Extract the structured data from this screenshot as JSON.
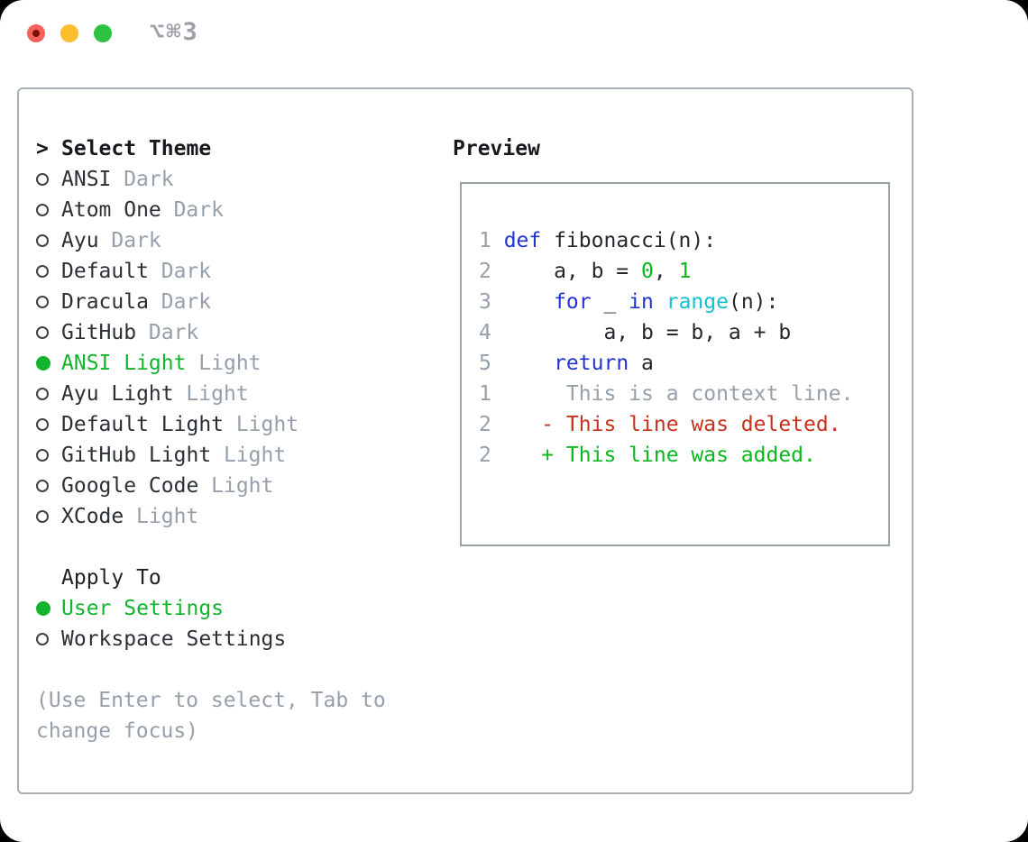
{
  "window": {
    "shortcut": "⌥⌘3",
    "traffic_lights": [
      "close",
      "minimize",
      "zoom"
    ]
  },
  "colors": {
    "background": "#ffffff",
    "panel_border": "#a7afba",
    "text": "#2b2f36",
    "muted": "#96a0ab",
    "accent_green": "#12b42e",
    "keyword_blue": "#2134d0",
    "function_cyan": "#13c1cf",
    "number_green": "#09b718",
    "deleted_red": "#c6321c",
    "added_green": "#0ab81e",
    "light_red": "#f4605a",
    "light_yellow": "#fcbd2f",
    "light_green": "#2dc241"
  },
  "theme_panel": {
    "title_prefix": ">",
    "title": "Select Theme",
    "themes": [
      {
        "name": "ANSI",
        "variant": "Dark",
        "selected": false
      },
      {
        "name": "Atom One",
        "variant": "Dark",
        "selected": false
      },
      {
        "name": "Ayu",
        "variant": "Dark",
        "selected": false
      },
      {
        "name": "Default",
        "variant": "Dark",
        "selected": false
      },
      {
        "name": "Dracula",
        "variant": "Dark",
        "selected": false
      },
      {
        "name": "GitHub",
        "variant": "Dark",
        "selected": false
      },
      {
        "name": "ANSI Light",
        "variant": "Light",
        "selected": true
      },
      {
        "name": "Ayu Light",
        "variant": "Light",
        "selected": false
      },
      {
        "name": "Default Light",
        "variant": "Light",
        "selected": false
      },
      {
        "name": "GitHub Light",
        "variant": "Light",
        "selected": false
      },
      {
        "name": "Google Code",
        "variant": "Light",
        "selected": false
      },
      {
        "name": "XCode",
        "variant": "Light",
        "selected": false
      }
    ],
    "apply_to": {
      "title": "Apply To",
      "options": [
        {
          "label": "User Settings",
          "selected": true
        },
        {
          "label": "Workspace Settings",
          "selected": false
        }
      ]
    },
    "hint": "(Use Enter to select, Tab to change focus)"
  },
  "preview": {
    "title": "Preview",
    "lines": [
      {
        "n": "1",
        "tokens": [
          [
            "def",
            "kw"
          ],
          [
            " fibonacci(n):",
            "fg"
          ]
        ]
      },
      {
        "n": "2",
        "tokens": [
          [
            "    a, b = ",
            "fg"
          ],
          [
            "0",
            "num"
          ],
          [
            ", ",
            "fg"
          ],
          [
            "1",
            "num"
          ]
        ]
      },
      {
        "n": "3",
        "tokens": [
          [
            "    ",
            "fg"
          ],
          [
            "for",
            "kw"
          ],
          [
            " _ ",
            "fg"
          ],
          [
            "in",
            "kw"
          ],
          [
            " ",
            "fg"
          ],
          [
            "range",
            "fn"
          ],
          [
            "(n):",
            "fg"
          ]
        ]
      },
      {
        "n": "4",
        "tokens": [
          [
            "        a, b = b, a + b",
            "fg"
          ]
        ]
      },
      {
        "n": "5",
        "tokens": [
          [
            "    ",
            "fg"
          ],
          [
            "return",
            "kw"
          ],
          [
            " a",
            "fg"
          ]
        ]
      },
      {
        "n": "",
        "tokens": []
      },
      {
        "n": "1",
        "tokens": [
          [
            "     This is a context line.",
            "mut"
          ]
        ]
      },
      {
        "n": "2",
        "tokens": [
          [
            "   - This line was deleted.",
            "del"
          ]
        ]
      },
      {
        "n": "2",
        "tokens": [
          [
            "   + This line was added.",
            "add"
          ]
        ]
      }
    ]
  }
}
